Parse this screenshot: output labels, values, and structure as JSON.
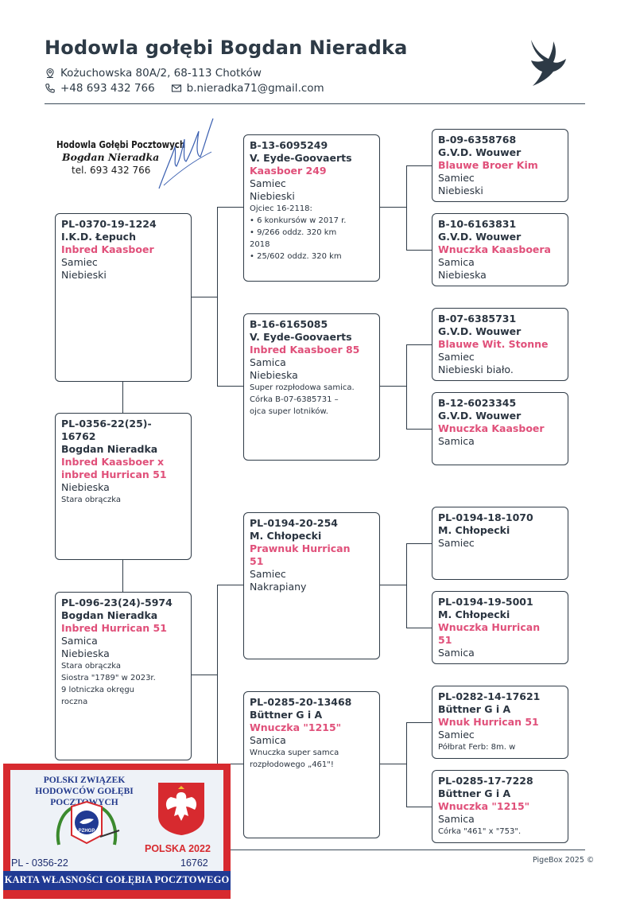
{
  "header": {
    "title": "Hodowla gołębi Bogdan Nieradka",
    "address": "Kożuchowska 80A/2, 68-113 Chotków",
    "phone": "+48 693 432 766",
    "email": "b.nieradka71@gmail.com",
    "icons": [
      "location-icon",
      "phone-icon",
      "mail-icon",
      "dove-logo"
    ]
  },
  "stamp": {
    "line1": "Hodowla Gołębi Pocztowych",
    "line2": "Bogdan Nieradka",
    "line3": "tel. 693 432 766"
  },
  "pigeons": {
    "sire": {
      "ring": "PL-0370-19-1224",
      "breeder": "I.K.D. Łepuch",
      "name": "Inbred Kaasboer",
      "sex": "Samiec",
      "color": "Niebieski"
    },
    "main": {
      "ring": "PL-0356-22(25)-",
      "ring2": "16762",
      "breeder": "Bogdan Nieradka",
      "name": "Inbred Kaasboer x",
      "name2": "inbred Hurrican 51",
      "color": "Niebieska",
      "note": "Stara obrączka"
    },
    "dam": {
      "ring": "PL-096-23(24)-5974",
      "breeder": "Bogdan Nieradka",
      "name": "Inbred Hurrican 51",
      "sex": "Samica",
      "color": "Niebieska",
      "notes": [
        "Stara obrączka",
        "Siostra \"1789\" w 2023r.",
        "9 lotniczka okręgu",
        "roczna"
      ]
    },
    "ss": {
      "ring": "B-13-6095249",
      "breeder": "V. Eyde-Goovaerts",
      "name": "Kaasboer 249",
      "sex": "Samiec",
      "color": "Niebieski",
      "notes": [
        "Ojciec 16-2118:",
        "• 6 konkursów w 2017 r.",
        "• 9/266 oddz. 320 km",
        "2018",
        "• 25/602 oddz. 320 km"
      ]
    },
    "sd": {
      "ring": "B-16-6165085",
      "breeder": "V. Eyde-Goovaerts",
      "name": "Inbred Kaasboer 85",
      "sex": "Samica",
      "color": "Niebieska",
      "notes": [
        "Super rozpłodowa samica.",
        "Córka B-07-6385731 –",
        "ojca super lotników."
      ]
    },
    "ds": {
      "ring": "PL-0194-20-254",
      "breeder": "M. Chłopecki",
      "name": "Prawnuk Hurrican",
      "name2": "51",
      "sex": "Samiec",
      "color": "Nakrapiany"
    },
    "dd": {
      "ring": "PL-0285-20-13468",
      "breeder": "Büttner G i A",
      "name": "Wnuczka \"1215\"",
      "sex": "Samica",
      "notes": [
        "Wnuczka super samca",
        "rozpłodowego „461\"!"
      ]
    },
    "sss": {
      "ring": "B-09-6358768",
      "breeder": "G.V.D. Wouwer",
      "name": "Blauwe Broer Kim",
      "sex": "Samiec",
      "color": "Niebieski"
    },
    "ssd": {
      "ring": "B-10-6163831",
      "breeder": "G.V.D. Wouwer",
      "name": "Wnuczka Kaasboera",
      "sex": "Samica",
      "color": "Niebieska"
    },
    "sds": {
      "ring": "B-07-6385731",
      "breeder": "G.V.D. Wouwer",
      "name": "Blauwe Wit. Stonne",
      "sex": "Samiec",
      "color": "Niebieski biało."
    },
    "sdd": {
      "ring": "B-12-6023345",
      "breeder": "G.V.D. Wouwer",
      "name": "Wnuczka Kaasboer",
      "sex": "Samica"
    },
    "dss": {
      "ring": "PL-0194-18-1070",
      "breeder": "M. Chłopecki",
      "sex": "Samiec"
    },
    "dsd": {
      "ring": "PL-0194-19-5001",
      "breeder": "M. Chłopecki",
      "name": "Wnuczka Hurrican",
      "name2": "51",
      "sex": "Samica"
    },
    "dds": {
      "ring": "PL-0282-14-17621",
      "breeder": "Büttner G i A",
      "name": "Wnuk Hurrican 51",
      "sex": "Samiec",
      "note": "Półbrat Ferb: 8m. w"
    },
    "ddd": {
      "ring": "PL-0285-17-7228",
      "breeder": "Büttner G i A",
      "name": "Wnuczka \"1215\"",
      "sex": "Samica",
      "note": "Córka \"461\" x \"753\"."
    }
  },
  "card": {
    "head": "POLSKI ZWIĄZEK HODOWCÓW GOŁĘBI POCZTOWYCH",
    "emblem": "PZHGP",
    "country": "POLSKA 2022",
    "ring": "PL - 0356-22",
    "number": "16762",
    "title": "KARTA WŁASNOŚCI GOŁĘBIA POCZTOWEGO"
  },
  "footer": {
    "text": "PigeBox 2025 ©"
  },
  "colors": {
    "name_accent": "#e0507a",
    "text": "#2a3440",
    "card_red": "#d72a2f",
    "card_blue": "#203a93"
  }
}
